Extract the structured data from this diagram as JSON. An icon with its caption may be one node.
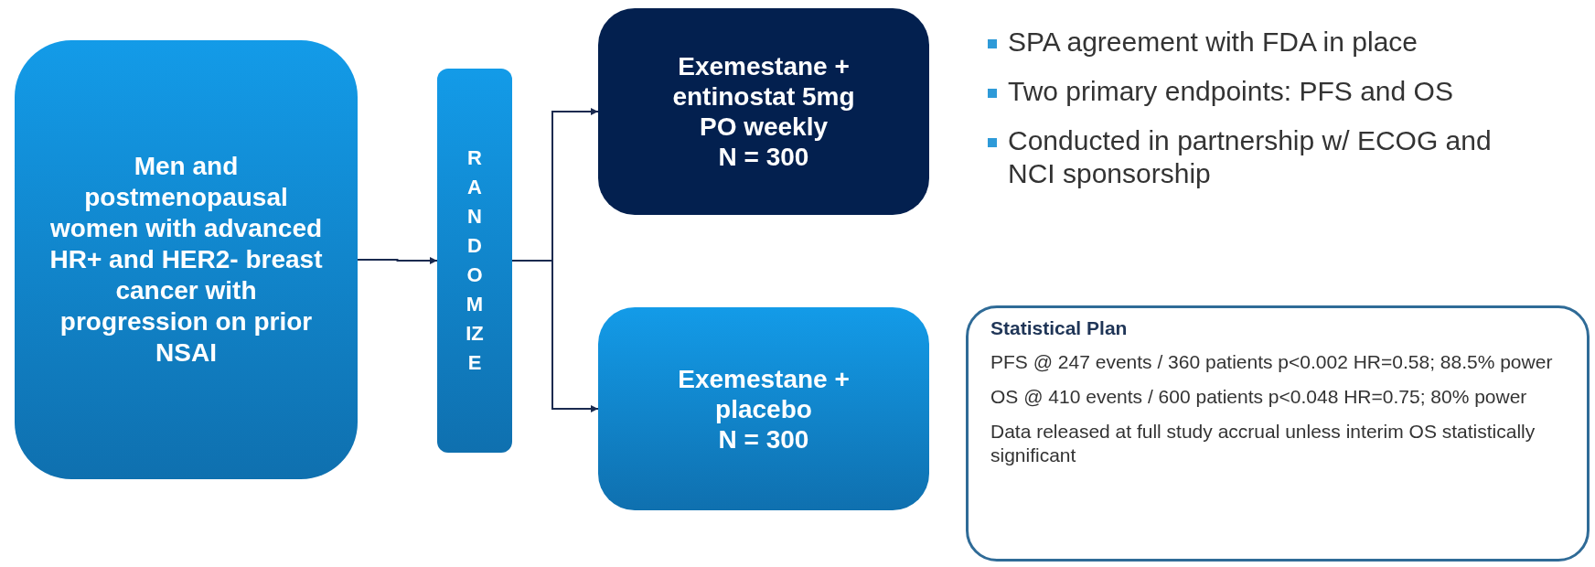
{
  "diagram": {
    "nodes": [
      {
        "text": [
          "Men and postmenopausal women with advanced HR+ and HER2- breast cancer with progression on prior NSAI"
        ]
      },
      {
        "text": [
          "RANDOMIZE"
        ]
      },
      {
        "text": [
          "Exemestane + entinostat 5mg PO weekly",
          "N = 300"
        ]
      },
      {
        "text": [
          "Exemestane + placebo",
          "N = 300"
        ]
      },
      {
        "text": [
          "Statistical Plan",
          "PFS @ 247 events / 360 patients p<0.002 HR=0.58; 88.5% power",
          "OS @ 410 events / 600 patients p<0.048 HR=0.75; 80% power",
          "Data released at full study accrual unless interim OS statistically significant"
        ]
      }
    ],
    "edges": [
      {
        "from": 0,
        "to": 1,
        "arrow": "to"
      },
      {
        "from": 1,
        "to": 2,
        "arrow": "to"
      },
      {
        "from": 1,
        "to": 3,
        "arrow": "to"
      }
    ],
    "labels": [
      "SPA agreement with FDA in place",
      "Two primary endpoints: PFS and OS",
      "Conducted in partnership w/ ECOG and NCI sponsorship"
    ]
  }
}
